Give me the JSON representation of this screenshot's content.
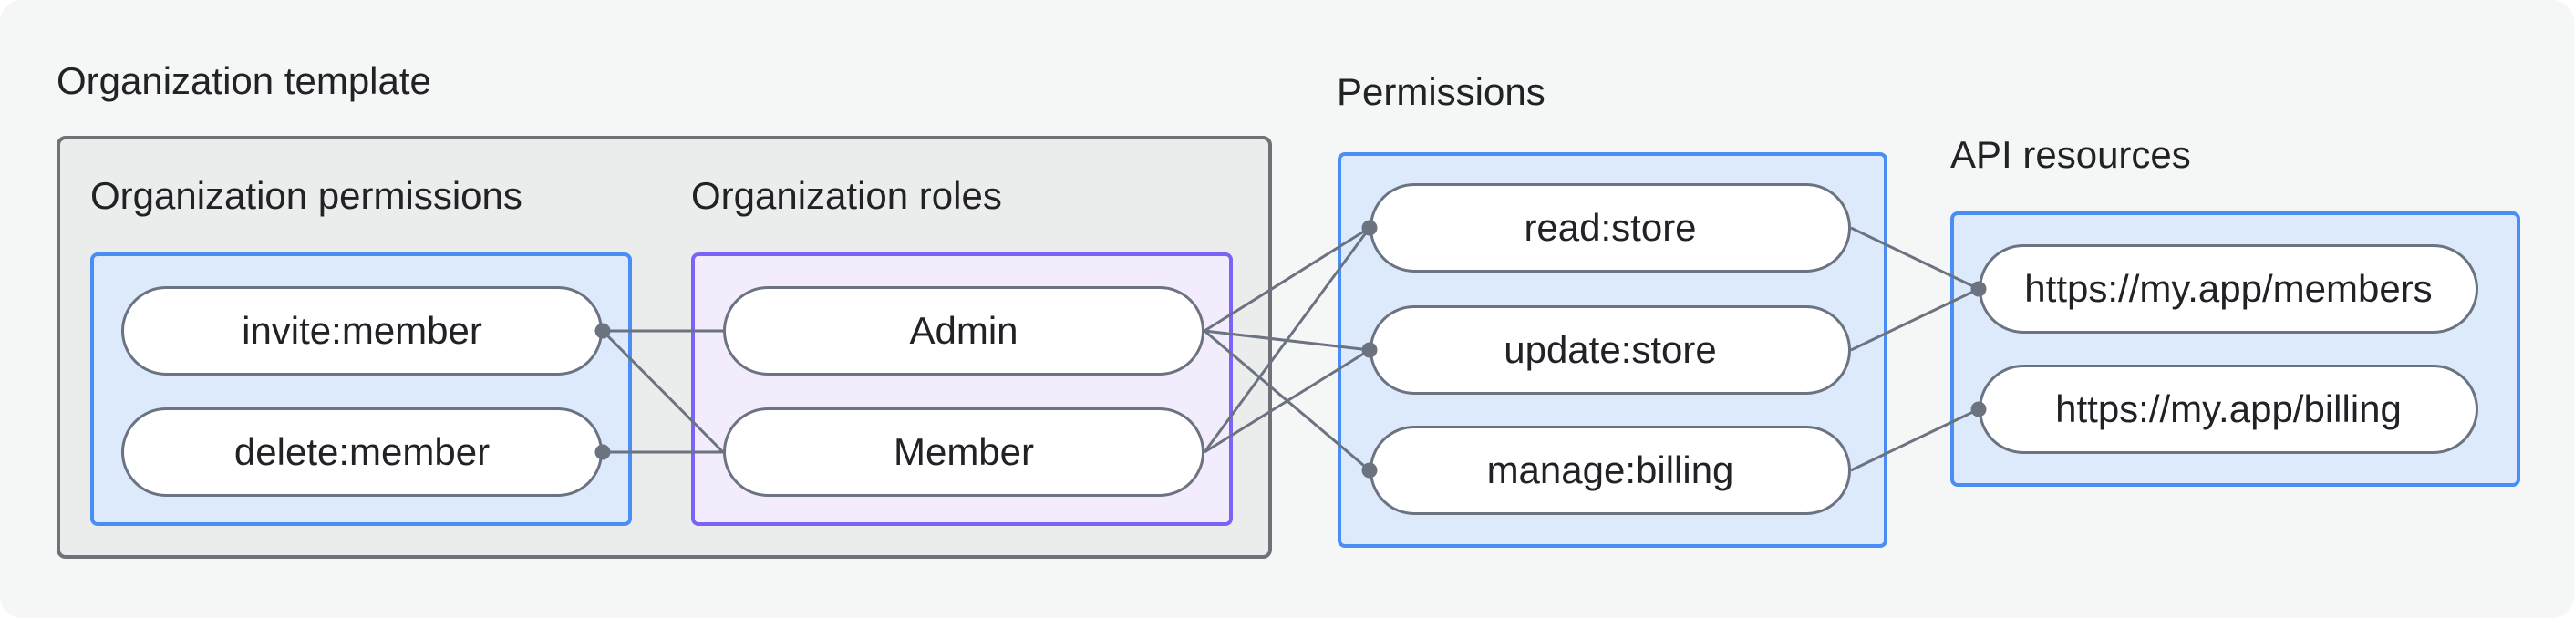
{
  "diagram": {
    "title": "Organization template",
    "org_template": {
      "permissions_label": "Organization permissions",
      "permissions": [
        "invite:member",
        "delete:member"
      ],
      "roles_label": "Organization roles",
      "roles": [
        "Admin",
        "Member"
      ]
    },
    "permissions_section": {
      "label": "Permissions",
      "items": [
        "read:store",
        "update:store",
        "manage:billing"
      ]
    },
    "api_resources_section": {
      "label": "API resources",
      "items": [
        "https://my.app/members",
        "https://my.app/billing"
      ]
    },
    "edges": [
      {
        "from": "invite:member",
        "to": "Admin"
      },
      {
        "from": "invite:member",
        "to": "Member"
      },
      {
        "from": "delete:member",
        "to": "Member"
      },
      {
        "from": "Admin",
        "to": "read:store"
      },
      {
        "from": "Admin",
        "to": "update:store"
      },
      {
        "from": "Admin",
        "to": "manage:billing"
      },
      {
        "from": "Member",
        "to": "read:store"
      },
      {
        "from": "Member",
        "to": "update:store"
      },
      {
        "from": "read:store",
        "to": "https://my.app/members"
      },
      {
        "from": "update:store",
        "to": "https://my.app/members"
      },
      {
        "from": "manage:billing",
        "to": "https://my.app/billing"
      }
    ],
    "colors": {
      "canvas_bg": "#f5f6f6",
      "template_box_bg": "#ebecec",
      "template_box_border": "#6e7278",
      "blue_box_bg": "#ddeafc",
      "blue_box_border": "#4a8ef5",
      "purple_box_bg": "#f2ecfc",
      "purple_box_border": "#7c62f7",
      "pill_bg": "#ffffff",
      "pill_border": "#6b7280",
      "edge": "#6b7280",
      "text": "#212126"
    }
  }
}
